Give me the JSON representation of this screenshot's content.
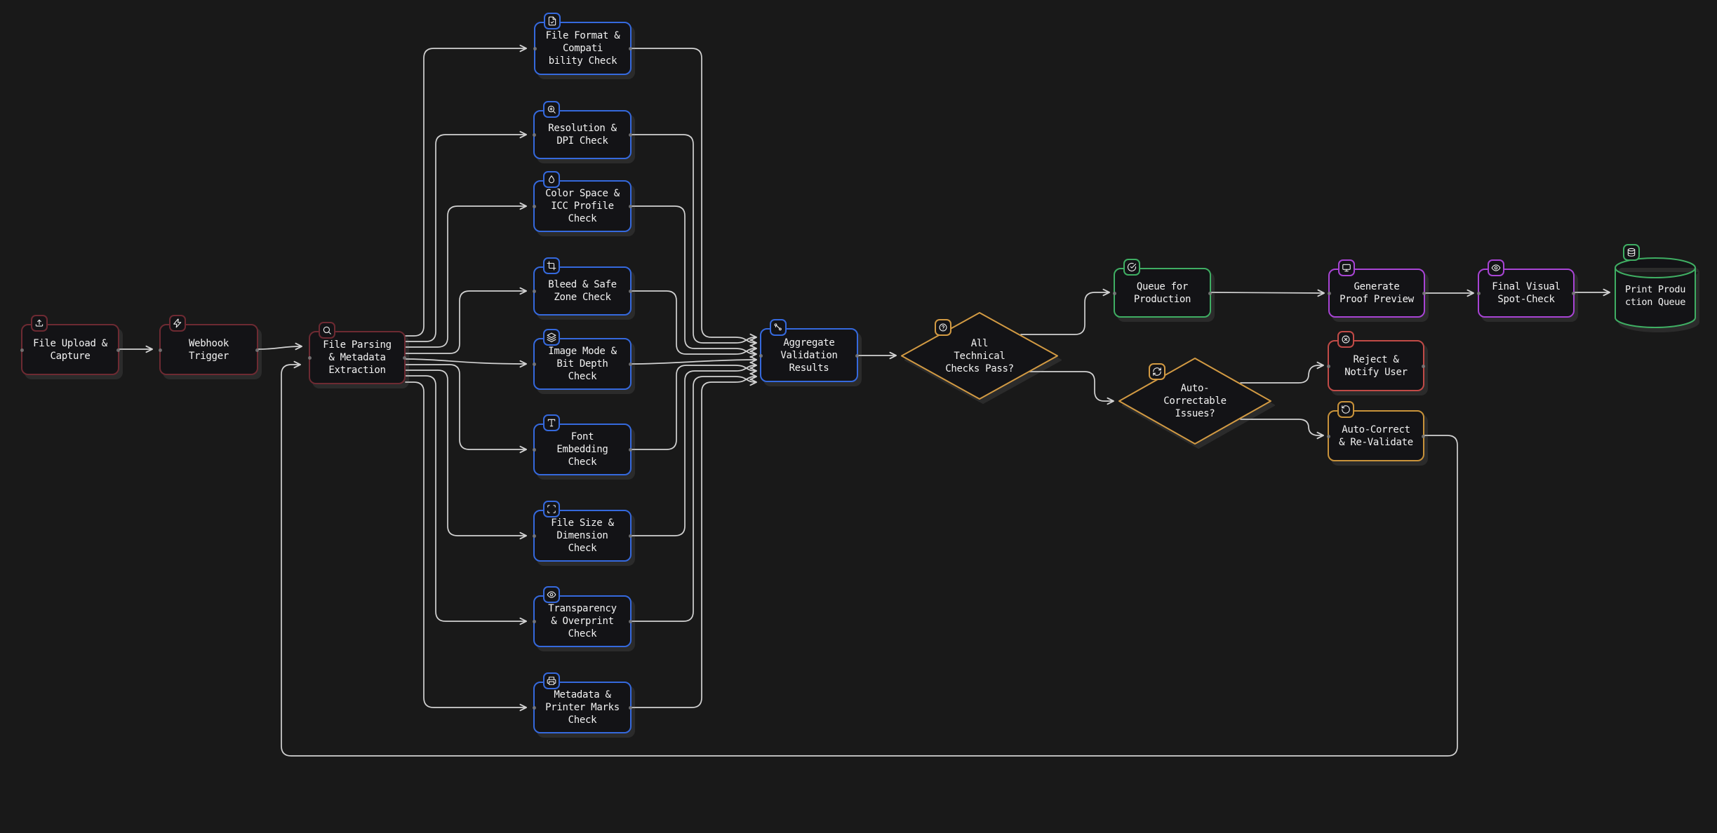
{
  "canvas": {
    "background": "#191919",
    "edge_color": "#d2d2d2",
    "text_color": "#f3f3f3",
    "node_fill": "#131316"
  },
  "nodes": [
    {
      "id": "file-upload-capture",
      "icon": "upload-icon",
      "color": "#6d2a32",
      "label": "File Upload &\nCapture"
    },
    {
      "id": "webhook-trigger",
      "icon": "zap-icon",
      "color": "#6d2a32",
      "label": "Webhook\nTrigger"
    },
    {
      "id": "file-parsing",
      "icon": "search-icon",
      "color": "#6d2a32",
      "label": "File Parsing\n& Metadata\nExtraction"
    },
    {
      "id": "file-format-check",
      "icon": "file-check-icon",
      "color": "#3569dd",
      "label": "File Format &\nCompati\nbility Check"
    },
    {
      "id": "resolution-check",
      "icon": "zoom-in-icon",
      "color": "#3569dd",
      "label": "Resolution &\nDPI Check"
    },
    {
      "id": "color-space-check",
      "icon": "droplet-icon",
      "color": "#3569dd",
      "label": "Color Space &\nICC Profile\nCheck"
    },
    {
      "id": "bleed-check",
      "icon": "crop-icon",
      "color": "#3569dd",
      "label": "Bleed & Safe\nZone Check"
    },
    {
      "id": "image-mode-check",
      "icon": "layers-icon",
      "color": "#3569dd",
      "label": "Image Mode &\nBit Depth\nCheck"
    },
    {
      "id": "font-check",
      "icon": "type-icon",
      "color": "#3569dd",
      "label": "Font\nEmbedding\nCheck"
    },
    {
      "id": "file-size-check",
      "icon": "scan-icon",
      "color": "#3569dd",
      "label": "File Size &\nDimension\nCheck"
    },
    {
      "id": "transparency-check",
      "icon": "eye-icon",
      "color": "#3569dd",
      "label": "Transparency\n& Overprint\nCheck"
    },
    {
      "id": "metadata-check",
      "icon": "printer-icon",
      "color": "#3569dd",
      "label": "Metadata &\nPrinter Marks\nCheck"
    },
    {
      "id": "aggregate-results",
      "icon": "route-icon",
      "color": "#3569dd",
      "label": "Aggregate\nValidation\nResults"
    },
    {
      "id": "all-checks-pass",
      "icon": "help-circle-icon",
      "color": "#d29a43",
      "label": "All\nTechnical\nChecks Pass?"
    },
    {
      "id": "queue-production",
      "icon": "circle-check-icon",
      "color": "#3fae63",
      "label": "Queue for\nProduction"
    },
    {
      "id": "generate-proof",
      "icon": "monitor-icon",
      "color": "#a844d4",
      "label": "Generate\nProof Preview"
    },
    {
      "id": "final-spot-check",
      "icon": "eye-icon",
      "color": "#a844d4",
      "label": "Final Visual\nSpot-Check"
    },
    {
      "id": "print-queue",
      "icon": "database-icon",
      "color": "#3fae63",
      "label": "Print Produ\nction Queue"
    },
    {
      "id": "auto-correctable",
      "icon": "refresh-cw-icon",
      "color": "#d29a43",
      "label": "Auto-\nCorrectable\nIssues?"
    },
    {
      "id": "reject-notify",
      "icon": "x-circle-icon",
      "color": "#c14b47",
      "label": "Reject &\nNotify User"
    },
    {
      "id": "auto-correct",
      "icon": "rotate-ccw-icon",
      "color": "#c8923a",
      "label": "Auto-Correct\n& Re-Validate"
    }
  ],
  "edges": [
    {
      "from": "file-upload-capture",
      "to": "webhook-trigger"
    },
    {
      "from": "webhook-trigger",
      "to": "file-parsing"
    },
    {
      "from": "file-parsing",
      "to": "file-format-check"
    },
    {
      "from": "file-parsing",
      "to": "resolution-check"
    },
    {
      "from": "file-parsing",
      "to": "color-space-check"
    },
    {
      "from": "file-parsing",
      "to": "bleed-check"
    },
    {
      "from": "file-parsing",
      "to": "image-mode-check"
    },
    {
      "from": "file-parsing",
      "to": "font-check"
    },
    {
      "from": "file-parsing",
      "to": "file-size-check"
    },
    {
      "from": "file-parsing",
      "to": "transparency-check"
    },
    {
      "from": "file-parsing",
      "to": "metadata-check"
    },
    {
      "from": "file-format-check",
      "to": "aggregate-results"
    },
    {
      "from": "resolution-check",
      "to": "aggregate-results"
    },
    {
      "from": "color-space-check",
      "to": "aggregate-results"
    },
    {
      "from": "bleed-check",
      "to": "aggregate-results"
    },
    {
      "from": "image-mode-check",
      "to": "aggregate-results"
    },
    {
      "from": "font-check",
      "to": "aggregate-results"
    },
    {
      "from": "file-size-check",
      "to": "aggregate-results"
    },
    {
      "from": "transparency-check",
      "to": "aggregate-results"
    },
    {
      "from": "metadata-check",
      "to": "aggregate-results"
    },
    {
      "from": "aggregate-results",
      "to": "all-checks-pass"
    },
    {
      "from": "all-checks-pass",
      "to": "queue-production"
    },
    {
      "from": "all-checks-pass",
      "to": "auto-correctable"
    },
    {
      "from": "queue-production",
      "to": "generate-proof"
    },
    {
      "from": "generate-proof",
      "to": "final-spot-check"
    },
    {
      "from": "final-spot-check",
      "to": "print-queue"
    },
    {
      "from": "auto-correctable",
      "to": "reject-notify"
    },
    {
      "from": "auto-correctable",
      "to": "auto-correct"
    },
    {
      "from": "auto-correct",
      "to": "file-parsing"
    }
  ]
}
